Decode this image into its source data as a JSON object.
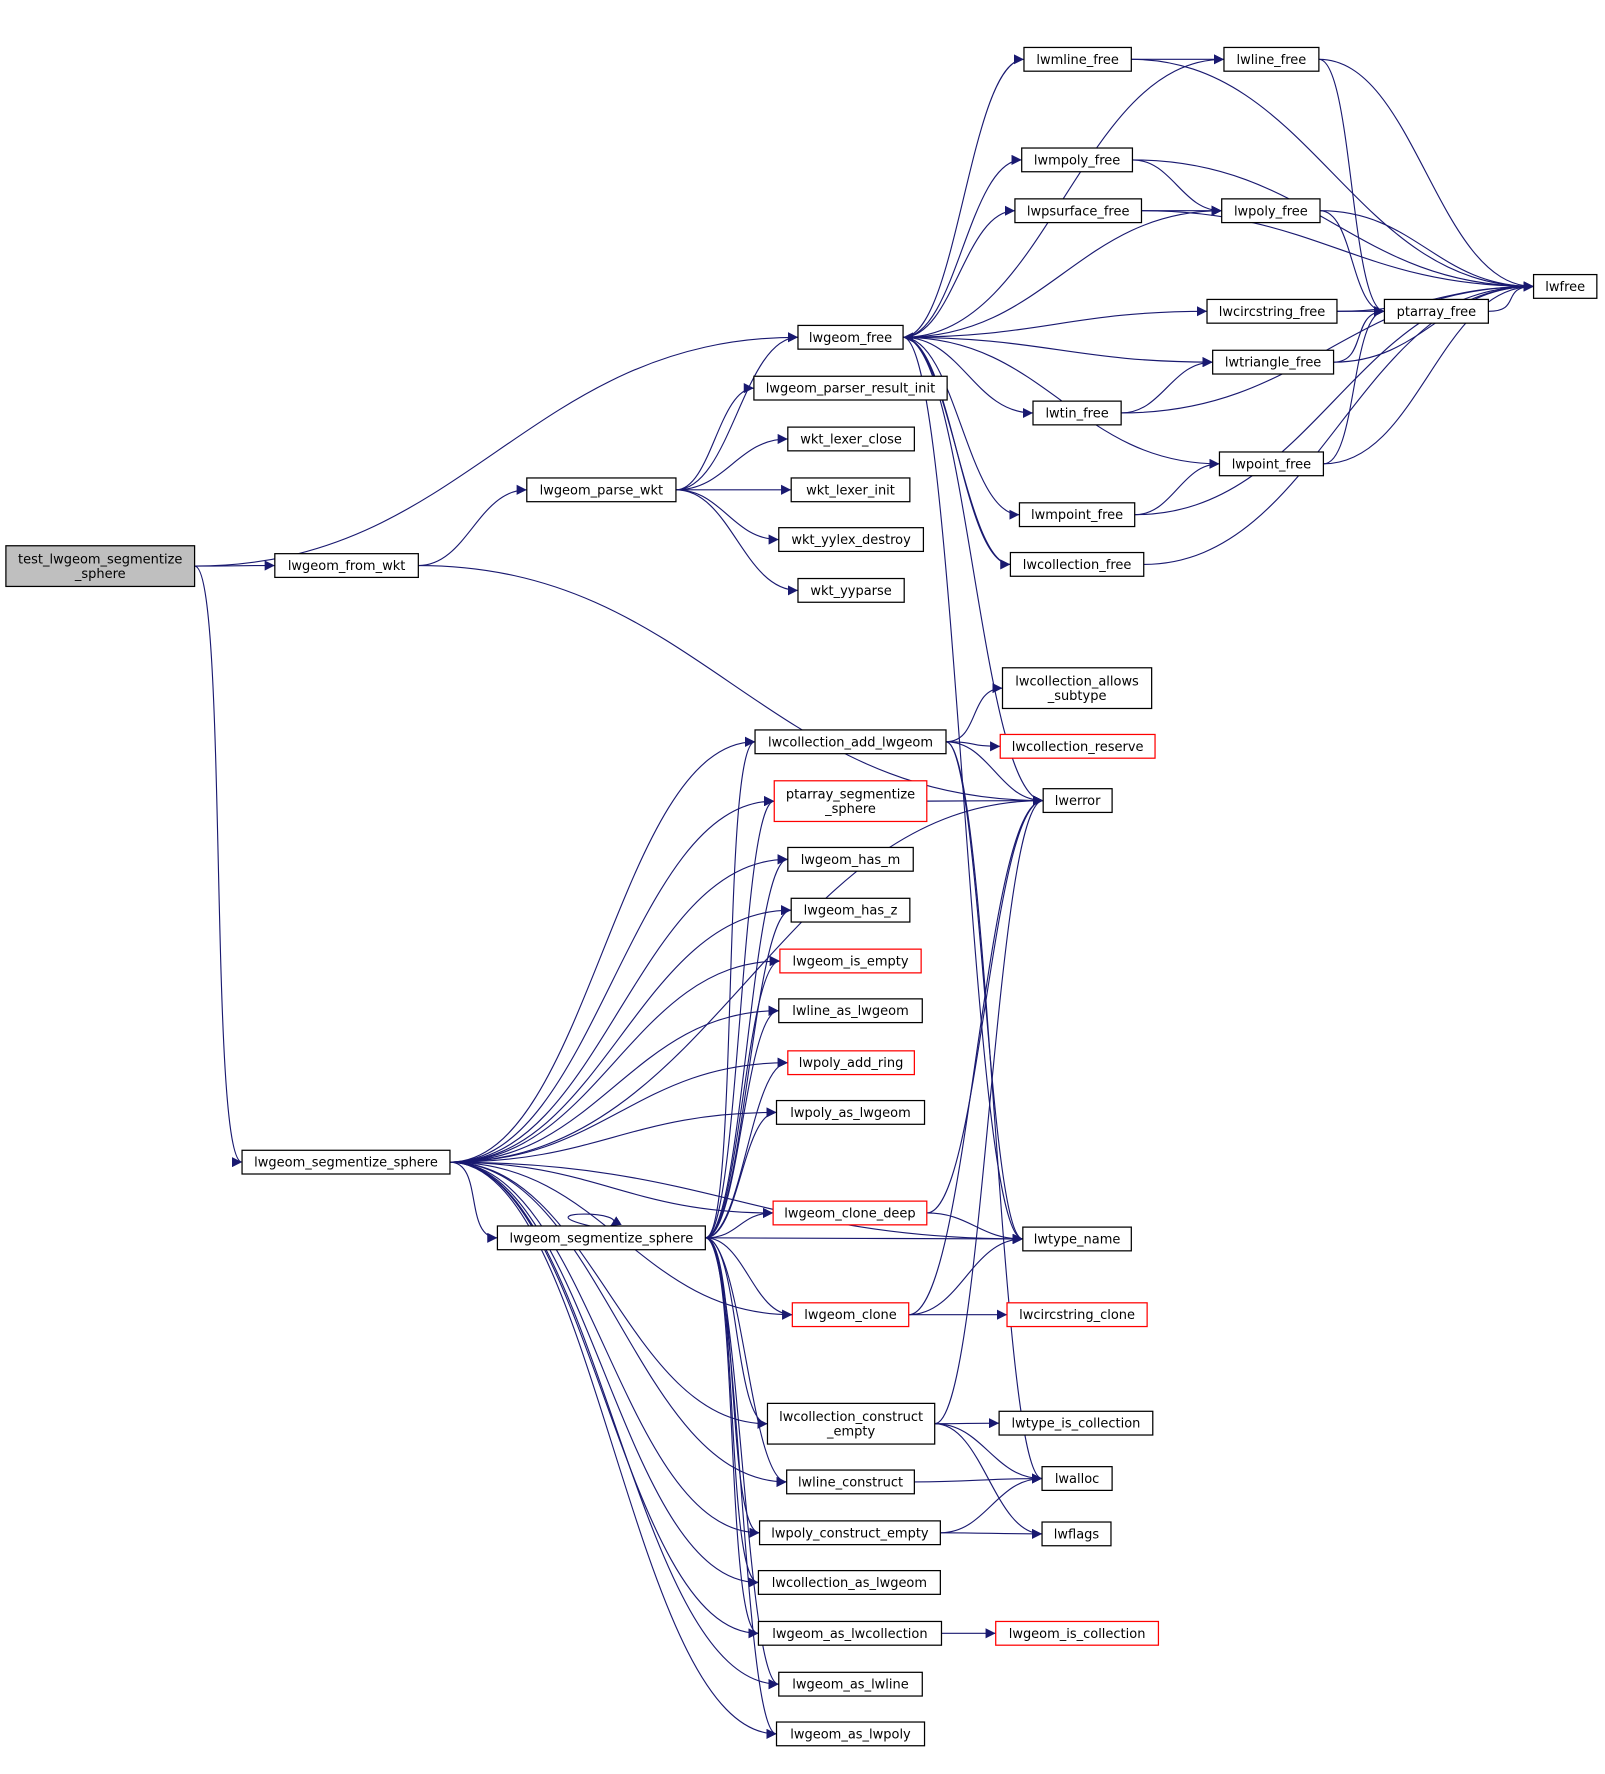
{
  "colors": {
    "edge": "#191970",
    "root_fill": "#bfbfbf",
    "node_border": "#000000",
    "truncated_border": "#ff0000"
  },
  "nodes": [
    {
      "id": "test",
      "label": [
        "test_lwgeom_segmentize",
        "_sphere"
      ],
      "root": true
    },
    {
      "id": "from_wkt",
      "label": [
        "lwgeom_from_wkt"
      ]
    },
    {
      "id": "parse_wkt",
      "label": [
        "lwgeom_parse_wkt"
      ]
    },
    {
      "id": "lwgeom_free",
      "label": [
        "lwgeom_free"
      ]
    },
    {
      "id": "parser_init",
      "label": [
        "lwgeom_parser_result_init"
      ]
    },
    {
      "id": "lexer_close",
      "label": [
        "wkt_lexer_close"
      ]
    },
    {
      "id": "lexer_init",
      "label": [
        "wkt_lexer_init"
      ]
    },
    {
      "id": "yylex_destroy",
      "label": [
        "wkt_yylex_destroy"
      ]
    },
    {
      "id": "yyparse",
      "label": [
        "wkt_yyparse"
      ]
    },
    {
      "id": "lwmline_free",
      "label": [
        "lwmline_free"
      ]
    },
    {
      "id": "lwline_free",
      "label": [
        "lwline_free"
      ]
    },
    {
      "id": "lwmpoly_free",
      "label": [
        "lwmpoly_free"
      ]
    },
    {
      "id": "lwpsurface_free",
      "label": [
        "lwpsurface_free"
      ]
    },
    {
      "id": "lwpoly_free",
      "label": [
        "lwpoly_free"
      ]
    },
    {
      "id": "lwfree",
      "label": [
        "lwfree"
      ]
    },
    {
      "id": "lwcircstring_free",
      "label": [
        "lwcircstring_free"
      ]
    },
    {
      "id": "ptarray_free",
      "label": [
        "ptarray_free"
      ]
    },
    {
      "id": "lwtriangle_free",
      "label": [
        "lwtriangle_free"
      ]
    },
    {
      "id": "lwtin_free",
      "label": [
        "lwtin_free"
      ]
    },
    {
      "id": "lwpoint_free",
      "label": [
        "lwpoint_free"
      ]
    },
    {
      "id": "lwmpoint_free",
      "label": [
        "lwmpoint_free"
      ]
    },
    {
      "id": "lwcollection_free",
      "label": [
        "lwcollection_free"
      ]
    },
    {
      "id": "allows_subtype",
      "label": [
        "lwcollection_allows",
        "_subtype"
      ]
    },
    {
      "id": "add_lwgeom",
      "label": [
        "lwcollection_add_lwgeom"
      ]
    },
    {
      "id": "coll_reserve",
      "label": [
        "lwcollection_reserve"
      ],
      "truncated": true
    },
    {
      "id": "ptarray_seg",
      "label": [
        "ptarray_segmentize",
        "_sphere"
      ],
      "truncated": true
    },
    {
      "id": "lwerror",
      "label": [
        "lwerror"
      ]
    },
    {
      "id": "has_m",
      "label": [
        "lwgeom_has_m"
      ]
    },
    {
      "id": "has_z",
      "label": [
        "lwgeom_has_z"
      ]
    },
    {
      "id": "is_empty",
      "label": [
        "lwgeom_is_empty"
      ],
      "truncated": true
    },
    {
      "id": "line_as_lwgeom",
      "label": [
        "lwline_as_lwgeom"
      ]
    },
    {
      "id": "poly_add_ring",
      "label": [
        "lwpoly_add_ring"
      ],
      "truncated": true
    },
    {
      "id": "poly_as_lwgeom",
      "label": [
        "lwpoly_as_lwgeom"
      ]
    },
    {
      "id": "seg1",
      "label": [
        "lwgeom_segmentize_sphere"
      ]
    },
    {
      "id": "clone_deep",
      "label": [
        "lwgeom_clone_deep"
      ],
      "truncated": true
    },
    {
      "id": "seg2",
      "label": [
        "lwgeom_segmentize_sphere"
      ]
    },
    {
      "id": "lwtype_name",
      "label": [
        "lwtype_name"
      ]
    },
    {
      "id": "clone",
      "label": [
        "lwgeom_clone"
      ],
      "truncated": true
    },
    {
      "id": "circstring_clone",
      "label": [
        "lwcircstring_clone"
      ],
      "truncated": true
    },
    {
      "id": "construct_empty",
      "label": [
        "lwcollection_construct",
        "_empty"
      ]
    },
    {
      "id": "type_is_coll",
      "label": [
        "lwtype_is_collection"
      ]
    },
    {
      "id": "line_construct",
      "label": [
        "lwline_construct"
      ]
    },
    {
      "id": "lwalloc",
      "label": [
        "lwalloc"
      ]
    },
    {
      "id": "poly_construct_empty",
      "label": [
        "lwpoly_construct_empty"
      ]
    },
    {
      "id": "lwflags",
      "label": [
        "lwflags"
      ]
    },
    {
      "id": "coll_as_lwgeom",
      "label": [
        "lwcollection_as_lwgeom"
      ]
    },
    {
      "id": "as_lwcollection",
      "label": [
        "lwgeom_as_lwcollection"
      ]
    },
    {
      "id": "is_collection",
      "label": [
        "lwgeom_is_collection"
      ],
      "truncated": true
    },
    {
      "id": "as_lwline",
      "label": [
        "lwgeom_as_lwline"
      ]
    },
    {
      "id": "as_lwpoly",
      "label": [
        "lwgeom_as_lwpoly"
      ]
    }
  ],
  "edges": [
    [
      "test",
      "lwgeom_free"
    ],
    [
      "test",
      "from_wkt"
    ],
    [
      "test",
      "seg1"
    ],
    [
      "from_wkt",
      "parse_wkt"
    ],
    [
      "from_wkt",
      "lwerror"
    ],
    [
      "parse_wkt",
      "lwgeom_free"
    ],
    [
      "parse_wkt",
      "parser_init"
    ],
    [
      "parse_wkt",
      "lexer_close"
    ],
    [
      "parse_wkt",
      "lexer_init"
    ],
    [
      "parse_wkt",
      "yylex_destroy"
    ],
    [
      "parse_wkt",
      "yyparse"
    ],
    [
      "lwgeom_free",
      "lwmline_free"
    ],
    [
      "lwgeom_free",
      "lwline_free"
    ],
    [
      "lwgeom_free",
      "lwmpoly_free"
    ],
    [
      "lwgeom_free",
      "lwpsurface_free"
    ],
    [
      "lwgeom_free",
      "lwpoly_free"
    ],
    [
      "lwgeom_free",
      "lwcircstring_free"
    ],
    [
      "lwgeom_free",
      "lwtriangle_free"
    ],
    [
      "lwgeom_free",
      "lwtin_free"
    ],
    [
      "lwgeom_free",
      "lwpoint_free"
    ],
    [
      "lwgeom_free",
      "lwmpoint_free"
    ],
    [
      "lwgeom_free",
      "lwcollection_free"
    ],
    [
      "lwgeom_free",
      "lwerror"
    ],
    [
      "lwgeom_free",
      "lwtype_name"
    ],
    [
      "lwmline_free",
      "lwline_free"
    ],
    [
      "lwmline_free",
      "lwfree"
    ],
    [
      "lwline_free",
      "lwfree"
    ],
    [
      "lwline_free",
      "ptarray_free"
    ],
    [
      "lwmpoly_free",
      "lwpoly_free"
    ],
    [
      "lwmpoly_free",
      "lwfree"
    ],
    [
      "lwpsurface_free",
      "lwpoly_free"
    ],
    [
      "lwpsurface_free",
      "lwfree"
    ],
    [
      "lwpoly_free",
      "ptarray_free"
    ],
    [
      "lwpoly_free",
      "lwfree"
    ],
    [
      "lwcircstring_free",
      "ptarray_free"
    ],
    [
      "lwcircstring_free",
      "lwfree"
    ],
    [
      "ptarray_free",
      "lwfree"
    ],
    [
      "lwtriangle_free",
      "ptarray_free"
    ],
    [
      "lwtriangle_free",
      "lwfree"
    ],
    [
      "lwtin_free",
      "lwtriangle_free"
    ],
    [
      "lwtin_free",
      "lwfree"
    ],
    [
      "lwpoint_free",
      "ptarray_free"
    ],
    [
      "lwpoint_free",
      "lwfree"
    ],
    [
      "lwmpoint_free",
      "lwpoint_free"
    ],
    [
      "lwmpoint_free",
      "lwfree"
    ],
    [
      "lwcollection_free",
      "lwgeom_free"
    ],
    [
      "lwcollection_free",
      "lwfree"
    ],
    [
      "add_lwgeom",
      "allows_subtype"
    ],
    [
      "add_lwgeom",
      "coll_reserve"
    ],
    [
      "add_lwgeom",
      "lwerror"
    ],
    [
      "add_lwgeom",
      "lwtype_name"
    ],
    [
      "add_lwgeom",
      "lwalloc"
    ],
    [
      "ptarray_seg",
      "lwerror"
    ],
    [
      "seg1",
      "lwerror"
    ],
    [
      "seg1",
      "add_lwgeom"
    ],
    [
      "seg1",
      "ptarray_seg"
    ],
    [
      "seg1",
      "has_m"
    ],
    [
      "seg1",
      "has_z"
    ],
    [
      "seg1",
      "is_empty"
    ],
    [
      "seg1",
      "line_as_lwgeom"
    ],
    [
      "seg1",
      "poly_add_ring"
    ],
    [
      "seg1",
      "poly_as_lwgeom"
    ],
    [
      "seg1",
      "clone_deep"
    ],
    [
      "seg1",
      "seg2"
    ],
    [
      "seg1",
      "lwtype_name"
    ],
    [
      "seg1",
      "clone"
    ],
    [
      "seg1",
      "construct_empty"
    ],
    [
      "seg1",
      "line_construct"
    ],
    [
      "seg1",
      "poly_construct_empty"
    ],
    [
      "seg1",
      "coll_as_lwgeom"
    ],
    [
      "seg1",
      "as_lwcollection"
    ],
    [
      "seg1",
      "as_lwline"
    ],
    [
      "seg1",
      "as_lwpoly"
    ],
    [
      "seg2",
      "seg2"
    ],
    [
      "seg2",
      "add_lwgeom"
    ],
    [
      "seg2",
      "ptarray_seg"
    ],
    [
      "seg2",
      "has_m"
    ],
    [
      "seg2",
      "has_z"
    ],
    [
      "seg2",
      "is_empty"
    ],
    [
      "seg2",
      "line_as_lwgeom"
    ],
    [
      "seg2",
      "poly_add_ring"
    ],
    [
      "seg2",
      "poly_as_lwgeom"
    ],
    [
      "seg2",
      "clone_deep"
    ],
    [
      "seg2",
      "lwtype_name"
    ],
    [
      "seg2",
      "clone"
    ],
    [
      "seg2",
      "construct_empty"
    ],
    [
      "seg2",
      "line_construct"
    ],
    [
      "seg2",
      "poly_construct_empty"
    ],
    [
      "seg2",
      "coll_as_lwgeom"
    ],
    [
      "seg2",
      "as_lwcollection"
    ],
    [
      "seg2",
      "as_lwline"
    ],
    [
      "seg2",
      "as_lwpoly"
    ],
    [
      "clone_deep",
      "lwtype_name"
    ],
    [
      "clone_deep",
      "lwerror"
    ],
    [
      "clone",
      "lwtype_name"
    ],
    [
      "clone",
      "circstring_clone"
    ],
    [
      "clone",
      "lwerror"
    ],
    [
      "construct_empty",
      "type_is_coll"
    ],
    [
      "construct_empty",
      "lwalloc"
    ],
    [
      "construct_empty",
      "lwflags"
    ],
    [
      "construct_empty",
      "lwerror"
    ],
    [
      "line_construct",
      "lwalloc"
    ],
    [
      "poly_construct_empty",
      "lwalloc"
    ],
    [
      "poly_construct_empty",
      "lwflags"
    ],
    [
      "as_lwcollection",
      "is_collection"
    ]
  ]
}
